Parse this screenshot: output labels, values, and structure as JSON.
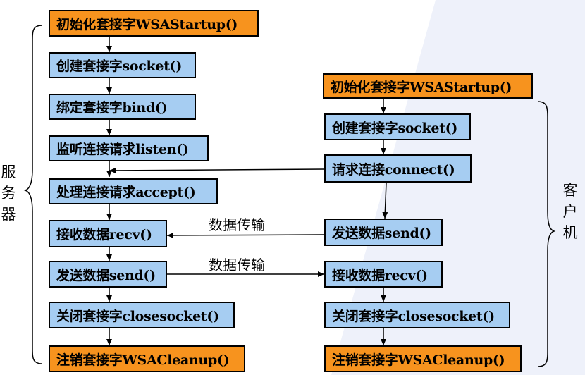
{
  "server": {
    "label": "服务器",
    "steps": [
      {
        "text": "初始化套接字WSAStartup()",
        "style": "orange"
      },
      {
        "text": "创建套接字socket()",
        "style": "blue"
      },
      {
        "text": "绑定套接字bind()",
        "style": "blue"
      },
      {
        "text": "监听连接请求listen()",
        "style": "blue"
      },
      {
        "text": "处理连接请求accept()",
        "style": "blue"
      },
      {
        "text": "接收数据recv()",
        "style": "blue"
      },
      {
        "text": "发送数据send()",
        "style": "blue"
      },
      {
        "text": "关闭套接字closesocket()",
        "style": "blue"
      },
      {
        "text": "注销套接字WSACleanup()",
        "style": "orange"
      }
    ]
  },
  "client": {
    "label": "客户机",
    "steps": [
      {
        "text": "初始化套接字WSAStartup()",
        "style": "orange"
      },
      {
        "text": "创建套接字socket()",
        "style": "blue"
      },
      {
        "text": "请求连接connect()",
        "style": "blue"
      },
      {
        "text": "发送数据send()",
        "style": "blue"
      },
      {
        "text": "接收数据recv()",
        "style": "blue"
      },
      {
        "text": "关闭套接字closesocket()",
        "style": "blue"
      },
      {
        "text": "注销套接字WSACleanup()",
        "style": "orange"
      }
    ]
  },
  "transfer_label_1": "数据传输",
  "transfer_label_2": "数据传输",
  "colors": {
    "blue_box": "#a6cdf2",
    "orange_box": "#f7931e",
    "background_stripe": "#eef1fa"
  }
}
